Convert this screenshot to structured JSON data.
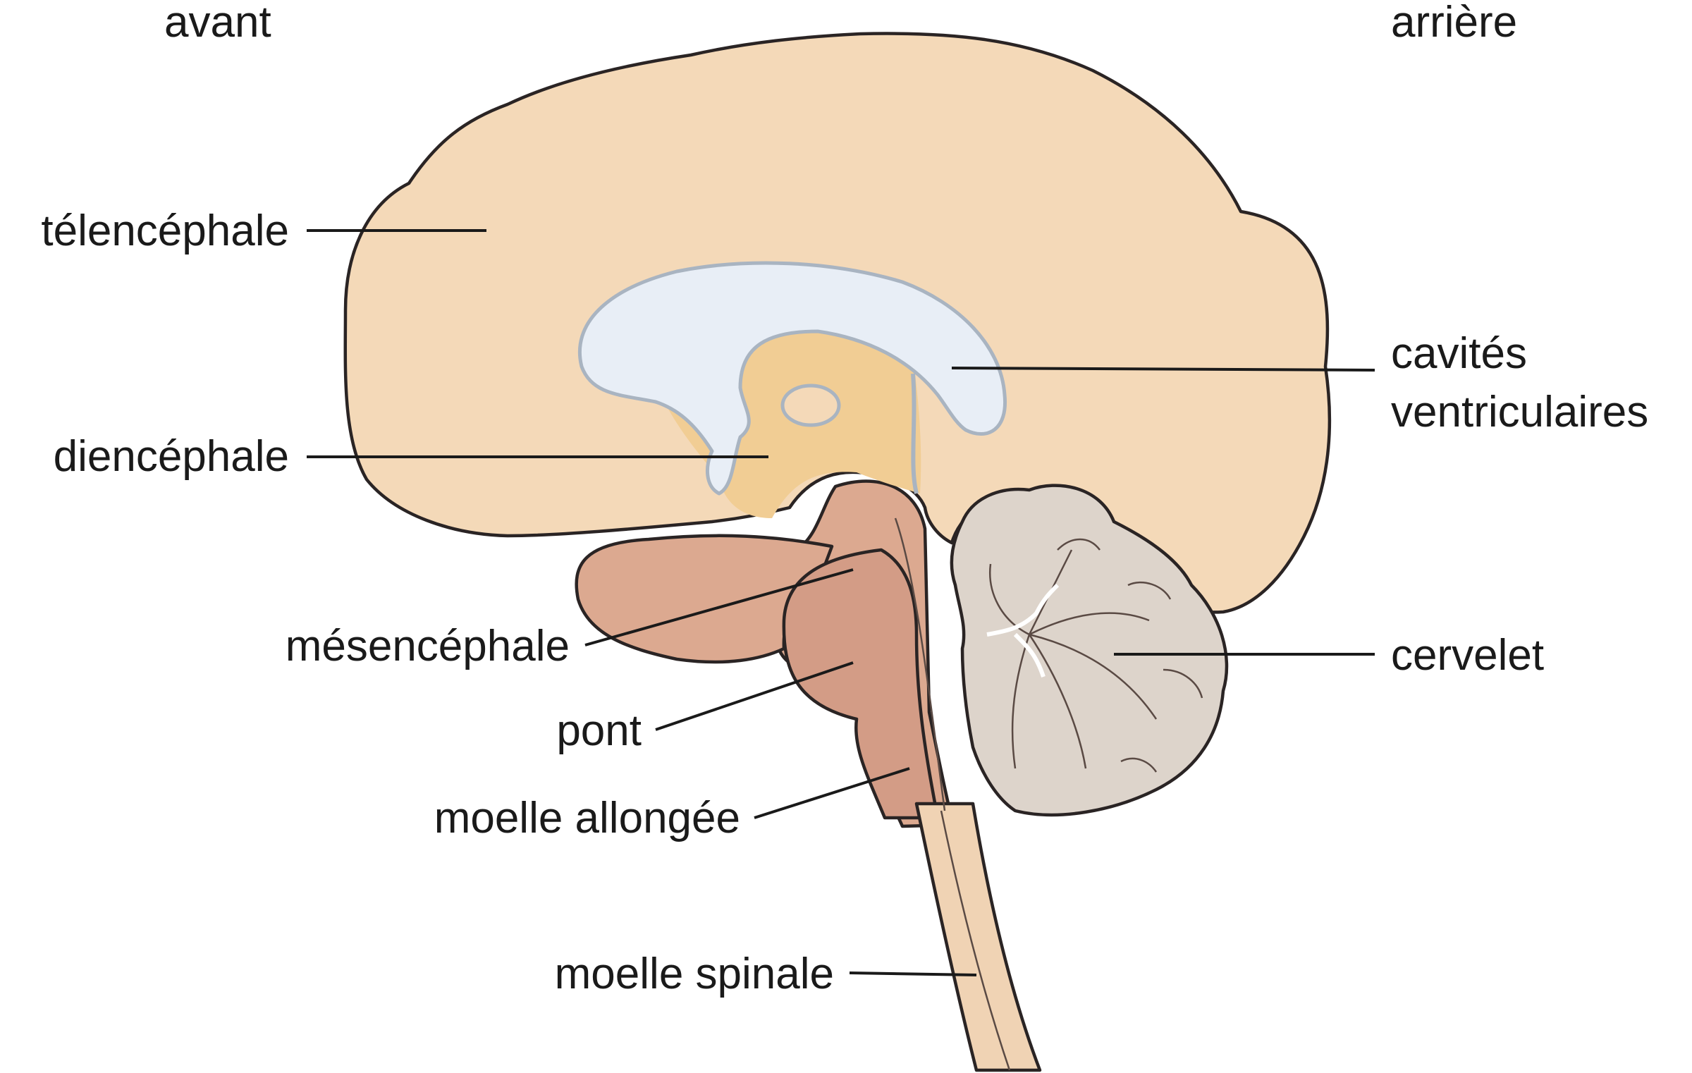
{
  "orientation": {
    "front": "avant",
    "back": "arrière"
  },
  "labels": {
    "telencephale": "télencéphale",
    "cavites_line1": "cavités",
    "cavites_line2": "ventriculaires",
    "diencephale": "diencéphale",
    "mesencephale": "mésencéphale",
    "cervelet": "cervelet",
    "pont": "pont",
    "moelle_allongee": "moelle allongée",
    "moelle_spinale": "moelle spinale"
  },
  "colors": {
    "telencephale": "#f4d9b8",
    "brainstem": "#dca990",
    "brainstem_dark": "#d39c86",
    "cerebellum": "#ddd4cb",
    "ventricles": "#e8eef6",
    "ventricle_border": "#a9b4c1",
    "diencephale": "#f1cd94",
    "spinal": "#f0d3b4"
  }
}
